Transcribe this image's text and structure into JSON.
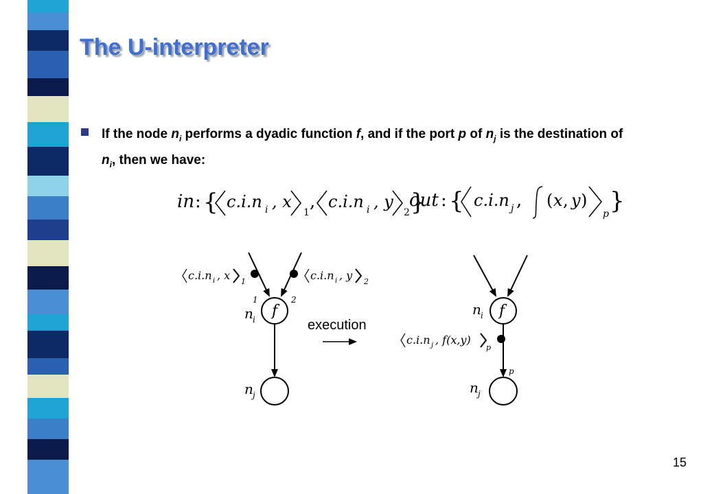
{
  "slide": {
    "title": "The U-interpreter",
    "page_number": "15",
    "bullet": {
      "part1": "If the node ",
      "ni_n": "n",
      "ni_sub": "i",
      "part2": " performs a dyadic function ",
      "f": "f",
      "part3": ", and if the port ",
      "p": "p",
      "part4": " of ",
      "nj_n": "n",
      "nj_sub": "j",
      "part5": " is the destination of ",
      "ni2_n": "n",
      "ni2_sub": "i",
      "part6": ", then we have:"
    }
  },
  "formulas": {
    "in_label": "in",
    "out_label": "out"
  },
  "diagram": {
    "left": {
      "token1": "c.i.n",
      "token1_sub": "i",
      "token1_val": ", x",
      "token1_port": "1",
      "token2": "c.i.n",
      "token2_sub": "i",
      "token2_val": ", y",
      "token2_port": "2",
      "port1": "1",
      "port2": "2",
      "func": "f",
      "src_node": "n",
      "src_sub": "i",
      "dst_node": "n",
      "dst_sub": "j"
    },
    "arrow_label": "execution",
    "right": {
      "token": "c.i.n",
      "token_sub": "j",
      "token_val": ", f(x,y)",
      "token_port": "p",
      "port": "p",
      "func": "f",
      "src_node": "n",
      "src_sub": "i",
      "dst_node": "n",
      "dst_sub": "j"
    }
  },
  "colors": {
    "title": "#3f6fd3",
    "bullet_marker": "#2e3a8c",
    "stripe_palette": [
      "#0a1a4a",
      "#4a8fd6",
      "#1e3f8c",
      "#e2e5bf",
      "#1fa3d4",
      "#2b5fb0",
      "#0d2a66",
      "#8fd3e8",
      "#3a7fc8"
    ]
  }
}
